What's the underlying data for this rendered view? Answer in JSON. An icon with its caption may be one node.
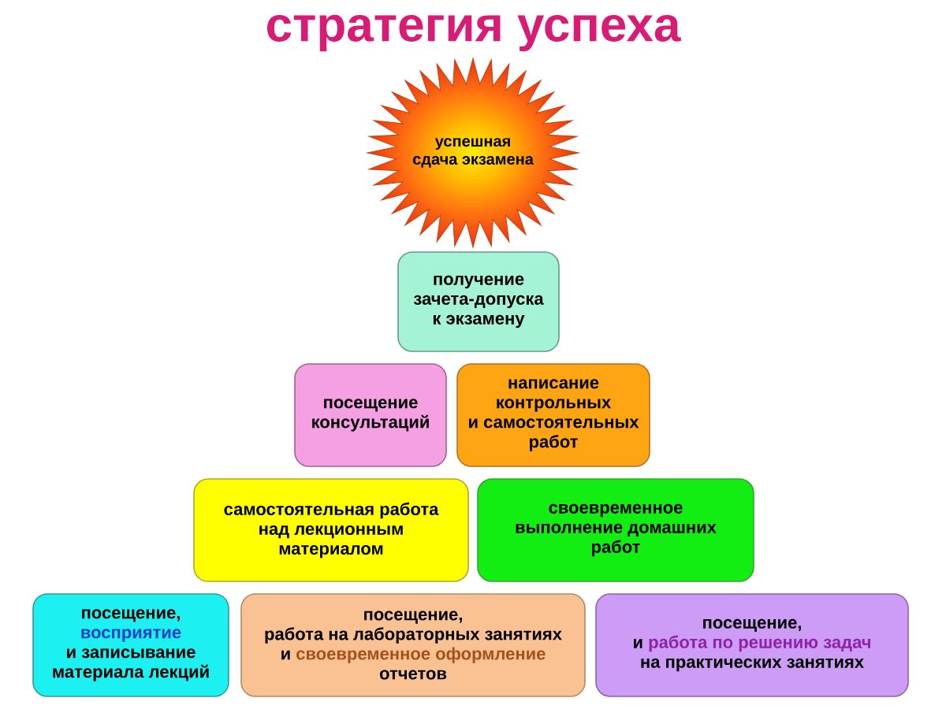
{
  "diagram": {
    "title": "стратегия успеха",
    "nodes": [
      {
        "text": [
          "успешная сдача экзамена"
        ]
      },
      {
        "text": [
          "получение зачета-допуска к экзамену"
        ]
      },
      {
        "text": [
          "посещение консультаций"
        ]
      },
      {
        "text": [
          "написание контрольных и самостоятельных работ"
        ]
      },
      {
        "text": [
          "самостоятельная работа над лекционным материалом"
        ]
      },
      {
        "text": [
          "своевременное выполнение домашних работ"
        ]
      },
      {
        "text": [
          "посещение,",
          "восприятие",
          "и записывание материала лекций"
        ]
      },
      {
        "text": [
          "посещение, работа на лабораторных занятиях и",
          "своевременное оформление",
          "отчетов"
        ]
      },
      {
        "text": [
          "посещение, и",
          "работа по решению задач",
          "на практических занятиях"
        ]
      }
    ]
  }
}
